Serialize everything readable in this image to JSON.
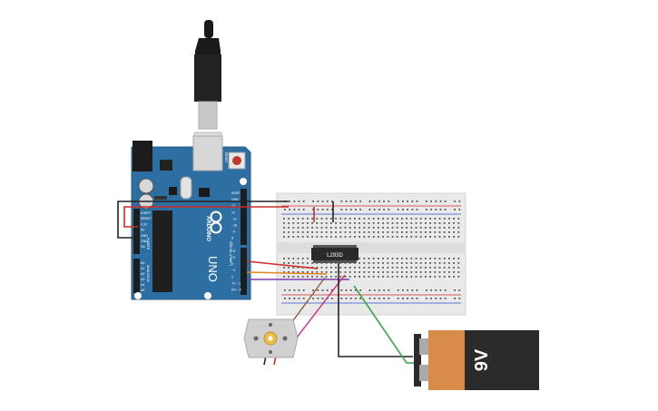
{
  "arduino": {
    "brand": "ARDUINO",
    "model": "UNO",
    "power_header_labels": [
      "IOREF",
      "RESET",
      "3.3V",
      "5V",
      "GND",
      "GND",
      "Vin"
    ],
    "analog_header_labels": [
      "A0",
      "A1",
      "A2",
      "A3",
      "A4",
      "A5"
    ],
    "digital_header_labels": [
      "AREF",
      "GND",
      "13",
      "12",
      "~11",
      "~10",
      "~9",
      "8",
      "7",
      "~6",
      "~5",
      "4",
      "~3",
      "2",
      "TX→1",
      "RX←0"
    ],
    "power_label": "POWER",
    "analog_label": "ANALOG IN",
    "digital_label": "DIGITAL (PWM~)",
    "reset_label": "RESET"
  },
  "chip": {
    "label": "L293D"
  },
  "battery": {
    "label": "9V"
  },
  "colors": {
    "board_blue": "#2e6fa3",
    "breadboard": "#e9e9e9",
    "battery_orange": "#d98c4a",
    "battery_black": "#2b2b2b",
    "wire_red": "#d12a2a",
    "wire_black": "#222222",
    "wire_orange": "#e08a1e",
    "wire_purple": "#7e3bb0",
    "wire_green": "#3aa844",
    "wire_brown": "#8a5a3a",
    "wire_magenta": "#d4267c"
  }
}
